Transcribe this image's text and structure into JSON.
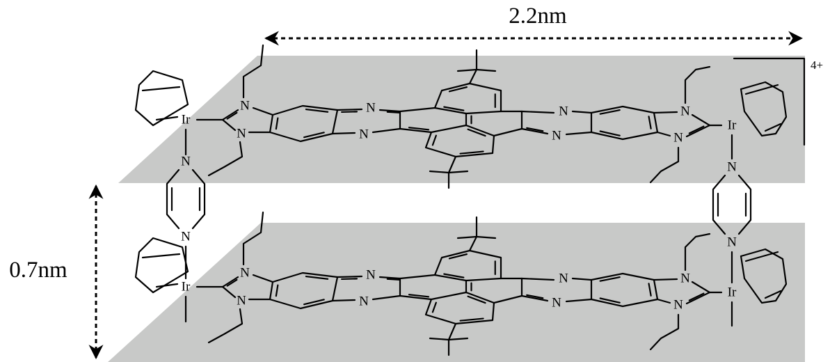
{
  "dimensions": {
    "width_label": "2.2nm",
    "spacing_label": "0.7nm"
  },
  "charge": "4+",
  "atoms": {
    "nitrogen": "N",
    "iridium": "Ir"
  },
  "colors": {
    "plane": "#c8c9c8",
    "ink": "#000000"
  }
}
